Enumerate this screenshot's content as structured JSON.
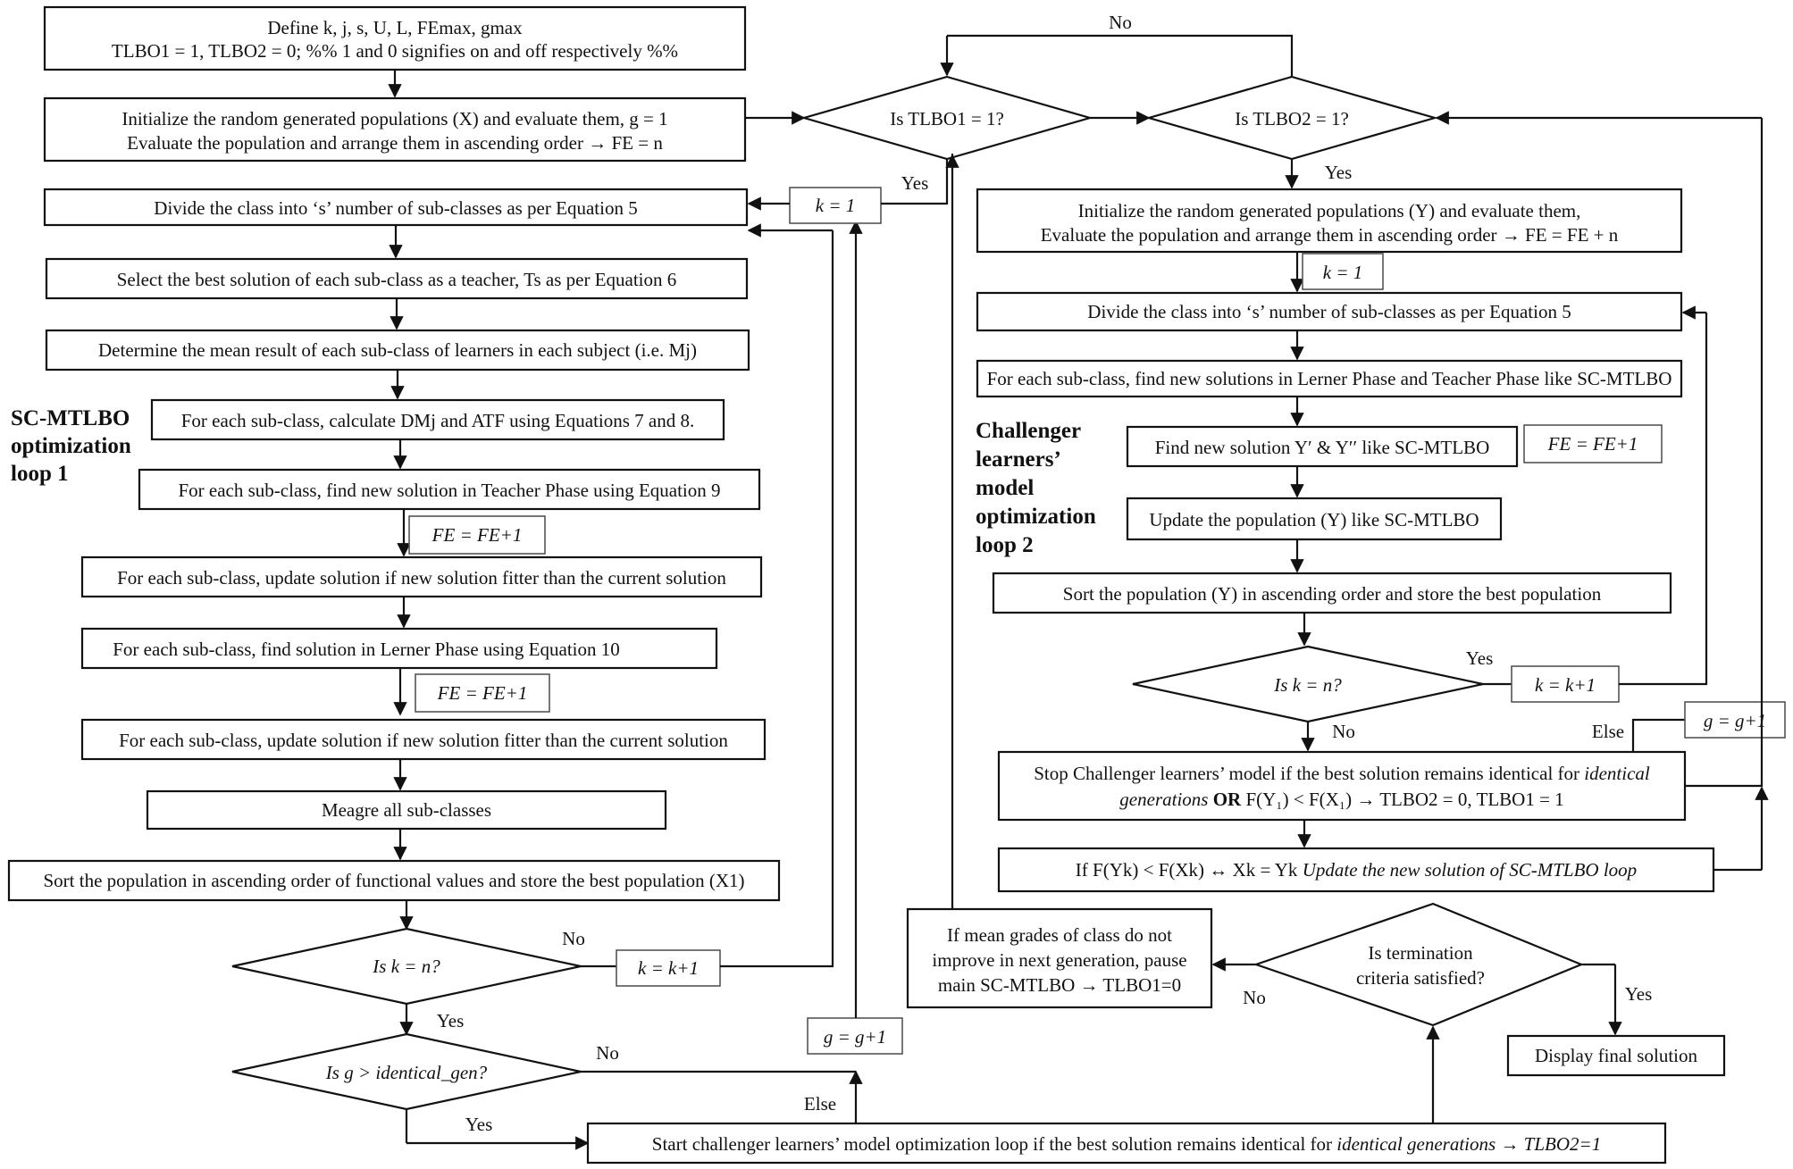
{
  "boxes": {
    "define_1": "Define k, j, s, U, L, FEmax, gmax",
    "define_2": "TLBO1 = 1, TLBO2 = 0; %% 1 and 0 signifies on and off respectively %%",
    "init_x_1": "Initialize the random generated populations (X) and evaluate them, g = 1",
    "init_x_2": "Evaluate the population and arrange them in ascending order → FE = n",
    "divide_1": "Divide the class into ‘s’ number of sub-classes as per Equation 5",
    "select_teacher": "Select the best solution of each sub-class as a teacher, Ts as per Equation 6",
    "mean_result": "Determine the mean result of each sub-class of learners in each subject (i.e. Mj)",
    "calc_dm": "For each sub-class, calculate DMj and ATF using Equations 7 and 8.",
    "teacher_phase": "For each sub-class, find new solution in Teacher Phase using Equation 9",
    "update_1": "For each sub-class, update solution if new solution fitter than the current solution",
    "learner_phase": "For each sub-class, find solution in Lerner Phase using Equation 10",
    "update_2": "For each sub-class, update solution if new solution fitter than the current solution",
    "merge": "Meagre all sub-classes",
    "sort_x": "Sort the population in ascending order of functional values and store the best population (X1)",
    "start_challenger_1": "Start challenger learners’ model optimization loop if the best solution remains identical for ",
    "start_challenger_2": "identical generations → TLBO2=1",
    "init_y_1": "Initialize the random generated populations (Y) and evaluate them,",
    "init_y_2": "Evaluate the population and arrange them in ascending order → FE = FE + n",
    "divide_2": "Divide the class into ‘s’ number of sub-classes as per Equation 5",
    "each_sub_y": "For each sub-class, find new solutions in Lerner Phase and Teacher Phase like SC-MTLBO",
    "find_y": "Find new solution Y′ & Y′′ like SC-MTLBO",
    "update_y": "Update the population (Y) like SC-MTLBO",
    "sort_y": "Sort the population (Y) in ascending order and store the best population",
    "stop_1a": "Stop Challenger learners’ model if the best solution remains identical for ",
    "stop_1b": "identical",
    "stop_2a": "generations",
    "stop_2b": "OR",
    "stop_2c": "F(Y₁) < F(X₁) → TLBO2 = 0, TLBO1 = 1",
    "if_f_1": "If F(Yk) < F(Xk) ↔ Xk = Yk ",
    "if_f_2": "Update the new solution of SC-MTLBO loop",
    "pause_1": "If mean grades of class do not",
    "pause_2": "improve in next generation, pause",
    "pause_3": "main SC-MTLBO → TLBO1=0",
    "display_final": "Display final solution"
  },
  "small_boxes": {
    "k1_left": "k = 1",
    "k1_right": "k = 1",
    "fe_plus_1a": "FE = FE+1",
    "fe_plus_1b": "FE = FE+1",
    "fe_plus_1c": "FE = FE+1",
    "k_plus_left": "k = k+1",
    "k_plus_right": "k = k+1",
    "g_plus_left": "g = g+1",
    "g_plus_right": "g = g+1"
  },
  "decisions": {
    "tlbo1": "Is TLBO1 = 1?",
    "tlbo2": "Is TLBO2 = 1?",
    "k_eq_n_left": "Is k = n?",
    "g_gt_identical": "Is g > identical_gen?",
    "k_eq_n_right": "Is k = n?",
    "termination_1": "Is termination",
    "termination_2": "criteria satisfied?"
  },
  "edge_labels": {
    "no_top": "No",
    "yes_tlbo1": "Yes",
    "yes_tlbo2": "Yes",
    "no_k_left": "No",
    "yes_k_left": "Yes",
    "no_g": "No",
    "yes_g": "Yes",
    "else_left": "Else",
    "yes_k_right": "Yes",
    "no_k_right": "No",
    "else_right": "Else",
    "no_term": "No",
    "yes_term": "Yes"
  },
  "section_labels": {
    "loop1": [
      "SC-MTLBO",
      "optimization",
      "loop 1"
    ],
    "loop2": [
      "Challenger",
      "learners’",
      "model",
      "optimization",
      "loop 2"
    ]
  }
}
